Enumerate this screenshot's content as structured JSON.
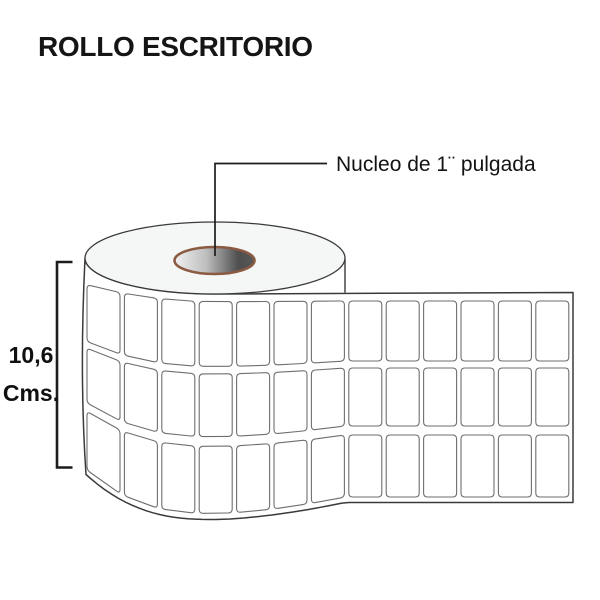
{
  "title": "ROLLO ESCRITORIO",
  "callout": {
    "core_label": "Nucleo de 1¨ pulgada"
  },
  "dimension": {
    "value": "10,6",
    "unit": "Cms."
  },
  "diagram": {
    "label_grid": {
      "rows": 3,
      "columns": 13
    },
    "colors": {
      "core_rim": "#8b5a42",
      "core_gradient_light": "#f1f1f1",
      "core_gradient_dark": "#4e4e4e",
      "roll_top_fill": "#f5f7f6",
      "outline": "#3a3a3a",
      "label_outline": "#6e6e6e",
      "line": "#1c1c1c"
    }
  }
}
